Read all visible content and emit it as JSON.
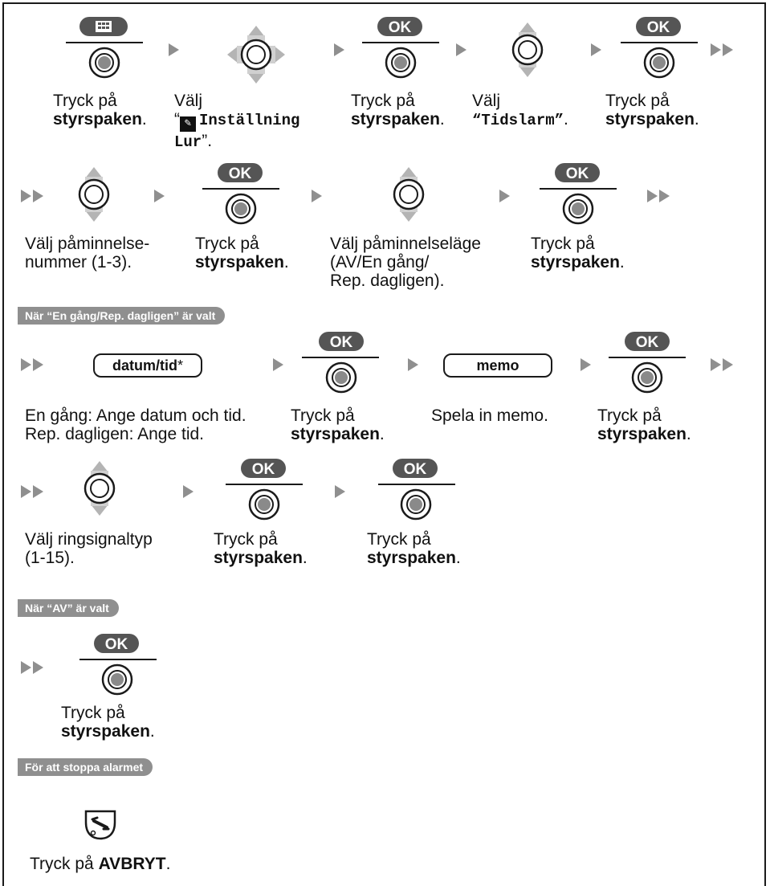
{
  "colors": {
    "ink": "#1a1a1a",
    "key_gray": "#555555",
    "arrow_gray": "#8f8f8f",
    "nav_gray": "#b4b4b4",
    "tag_gray": "#8f8f8f"
  },
  "icons": {
    "menu_key": "menu-key-icon",
    "ok_key": "ok-key-icon",
    "joystick": "joystick-icon",
    "nav_4way": "navigator-4way-icon",
    "nav_updown": "navigator-updown-icon",
    "step_arrow": "triangle-right-icon",
    "continue_arrow": "double-triangle-right-icon",
    "off_hook": "off-hook-icon",
    "pencil": "pencil-icon"
  },
  "key_labels": {
    "ok": "OK"
  },
  "common": {
    "press_line1": "Tryck på",
    "press_bold": "styrspaken",
    "dot": "."
  },
  "row1": {
    "select_settings": {
      "prefix": "Välj",
      "open_quote": "“",
      "name_line1": "Inställning",
      "name_line2": "Lur",
      "suffix": "”."
    },
    "select_alarm": {
      "prefix": "Välj",
      "quoted": "“Tidslarm”",
      "dot": "."
    }
  },
  "row2": {
    "select_number": {
      "line1": "Välj påminnelse-",
      "line2": "nummer (1-3)."
    },
    "select_mode": {
      "line1": "Välj påminnelseläge",
      "line2": "(AV/En gång/",
      "line3": "Rep. dagligen)."
    }
  },
  "section_once": {
    "tag": "När “En gång/Rep. dagligen” är valt",
    "datetime_key": {
      "label": "datum/tid",
      "asterisk": "*"
    },
    "memo_key": {
      "label": "memo"
    },
    "datetime_caption": {
      "line1": "En gång: Ange datum och tid.",
      "line2": "Rep. dagligen: Ange tid."
    },
    "memo_caption": "Spela in memo.",
    "ringtone_caption": {
      "line1": "Välj ringsignaltyp",
      "line2": "(1-15)."
    }
  },
  "section_off": {
    "tag": "När “AV” är valt"
  },
  "section_stop": {
    "tag": "För att stoppa alarmet",
    "caption_prefix": "Tryck på ",
    "caption_bold": "AVBRYT",
    "caption_suffix": "."
  }
}
